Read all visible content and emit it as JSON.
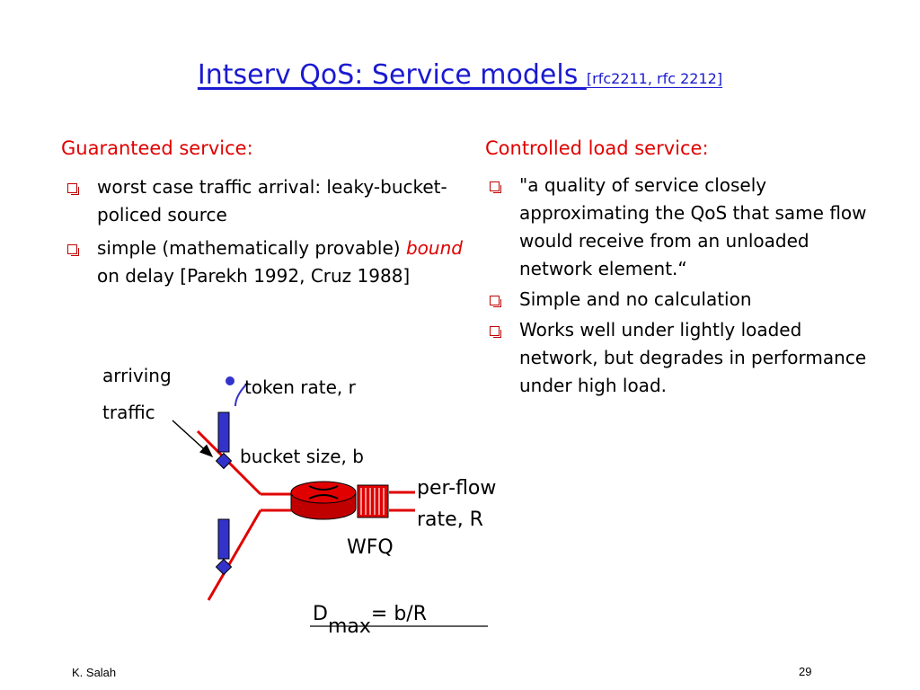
{
  "slide": {
    "title_main": "Intserv QoS: Service models ",
    "title_ref": "[rfc2211, rfc 2212]",
    "left": {
      "heading": "Guaranteed service:",
      "bullets": [
        {
          "text": "worst case traffic arrival: leaky-bucket-policed source"
        },
        {
          "pre": "simple (mathematically provable) ",
          "emph": "bound",
          "post": " on delay [Parekh 1992, Cruz 1988]"
        }
      ]
    },
    "right": {
      "heading": "Controlled load service:",
      "bullets": [
        {
          "text": "\"a quality of service closely approximating the QoS that same flow would receive from an unloaded network element.“"
        },
        {
          "text": "Simple and no calculation"
        },
        {
          "text": "Works well under lightly loaded network, but degrades in performance under high load."
        }
      ]
    },
    "diagram": {
      "arriving": "arriving",
      "traffic": "traffic",
      "token_rate": "token rate, r",
      "bucket_size": "bucket size, b",
      "per_flow": "per-flow",
      "rate_r": "rate, R",
      "wfq": "WFQ",
      "dmax_d": "D",
      "dmax_sub": "max",
      "dmax_eq": "= b/R"
    },
    "footer": {
      "author": "K. Salah",
      "page": "29"
    }
  },
  "colors": {
    "title": "#1a1ad0",
    "accent": "#e00000",
    "bucket": "#3333cc"
  },
  "icons": {
    "bullet": "checkbox-bullet-icon",
    "router": "router-icon"
  }
}
